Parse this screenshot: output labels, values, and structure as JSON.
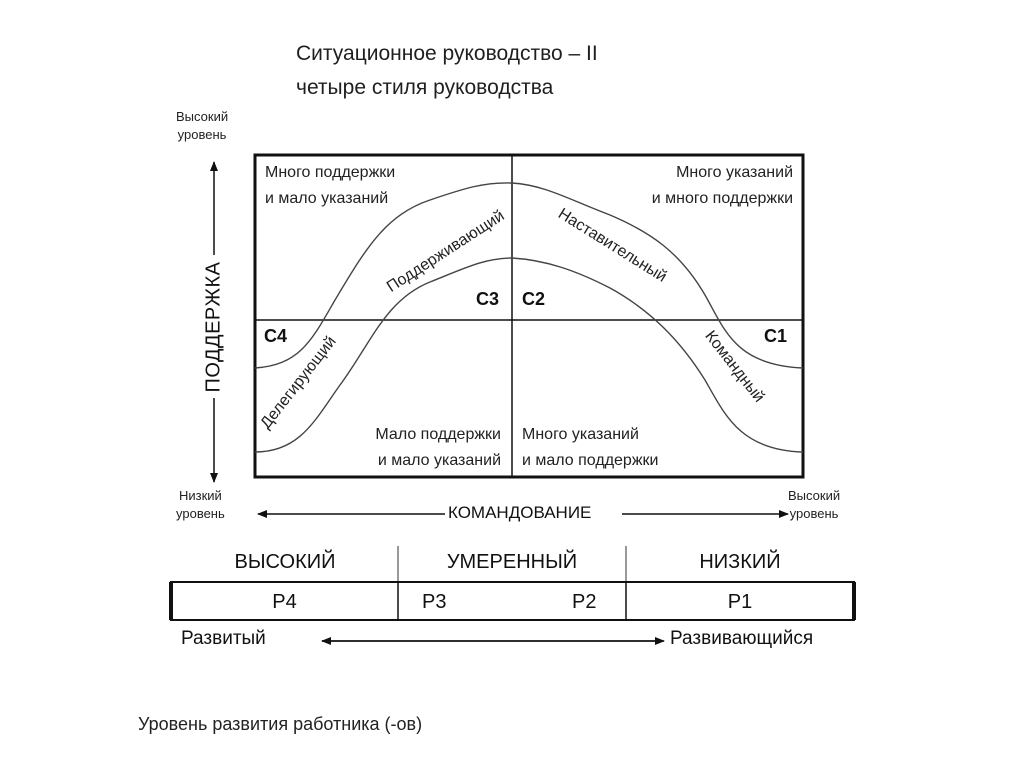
{
  "title": {
    "line1": "Ситуационное руководство – II",
    "line2": "четыре стиля руководства"
  },
  "support_axis": {
    "label": "ПОДДЕРЖКА",
    "high_line1": "Высокий",
    "high_line2": "уровень",
    "low_line1": "Низкий",
    "low_line2": "уровень"
  },
  "command_axis": {
    "label": "КОМАНДОВАНИЕ",
    "high_line1": "Высокий",
    "high_line2": "уровень"
  },
  "quadrants": {
    "top_left": {
      "line1": "Много поддержки",
      "line2": "и мало указаний"
    },
    "top_right": {
      "line1": "Много указаний",
      "line2": "и много поддержки"
    },
    "bottom_left": {
      "line1": "Мало поддержки",
      "line2": "и мало указаний"
    },
    "bottom_right": {
      "line1": "Много указаний",
      "line2": "и мало поддержки"
    }
  },
  "styles": {
    "c1": {
      "code": "С1",
      "name": "Командный"
    },
    "c2": {
      "code": "С2",
      "name": "Наставительный"
    },
    "c3": {
      "code": "С3",
      "name": "Поддерживающий"
    },
    "c4": {
      "code": "С4",
      "name": "Делегирующий"
    }
  },
  "readiness_table": {
    "headers": [
      "ВЫСОКИЙ",
      "УМЕРЕННЫЙ",
      "НИЗКИЙ"
    ],
    "levels": [
      "Р4",
      "Р3",
      "Р2",
      "Р1"
    ]
  },
  "development": {
    "left": "Развитый",
    "right": "Развивающийся"
  },
  "footer": "Уровень развития работника (-ов)"
}
